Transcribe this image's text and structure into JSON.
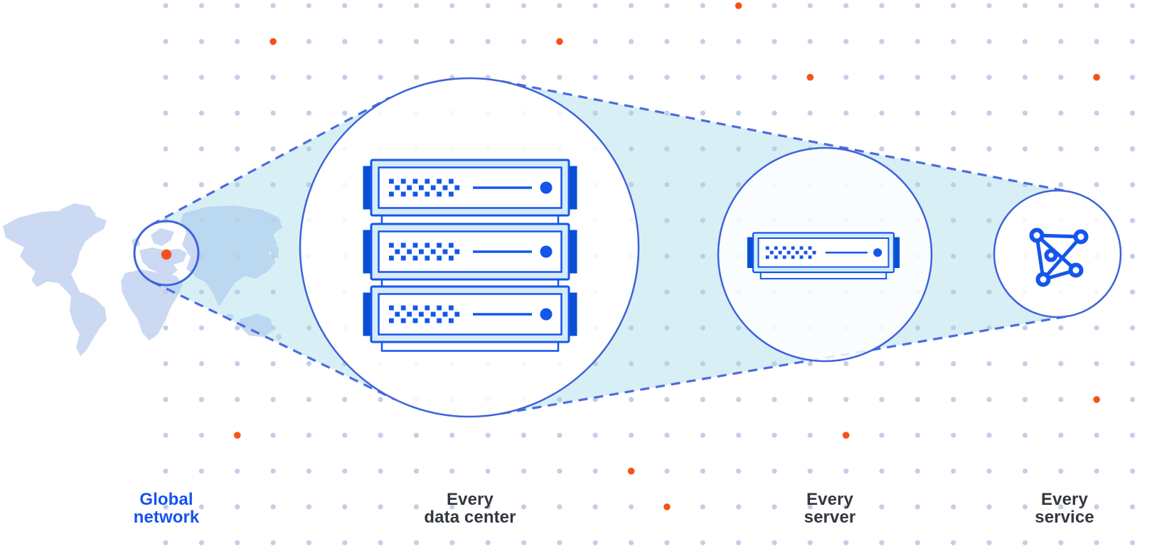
{
  "stages": [
    {
      "id": "global-network",
      "line1": "Global",
      "line2": "network",
      "accent": true,
      "icon": "world-map-icon"
    },
    {
      "id": "every-data-center",
      "line1": "Every",
      "line2": "data center",
      "accent": false,
      "icon": "server-rack-icon"
    },
    {
      "id": "every-server",
      "line1": "Every",
      "line2": "server",
      "accent": false,
      "icon": "server-icon"
    },
    {
      "id": "every-service",
      "line1": "Every",
      "line2": "service",
      "accent": false,
      "icon": "mesh-network-icon"
    }
  ],
  "colors": {
    "accent_orange": "#f6511d",
    "blue_vivid": "#1556ea",
    "blue_dark": "#084fd6",
    "blue_stroke": "#3e63da",
    "dash_blue": "#4a6ce0",
    "map_fill": "#ccd9f3",
    "beam_fill": "rgba(160,214,233,0.40)",
    "dot_fill": "#c6cee7",
    "circle_fill": "rgba(255,255,255,0.85)",
    "server_light_fill": "#d6edf9",
    "white": "#ffffff",
    "text_dark": "#33383e",
    "text_blue": "#1652f0"
  },
  "decor": {
    "accent_dots": [
      [
        16,
        0
      ],
      [
        3,
        1
      ],
      [
        11,
        1
      ],
      [
        18,
        2
      ],
      [
        26,
        2
      ],
      [
        26,
        11
      ],
      [
        2,
        12
      ],
      [
        19,
        12
      ],
      [
        13,
        13
      ],
      [
        14,
        14
      ]
    ],
    "map_marker_grid": [
      0,
      7
    ]
  }
}
